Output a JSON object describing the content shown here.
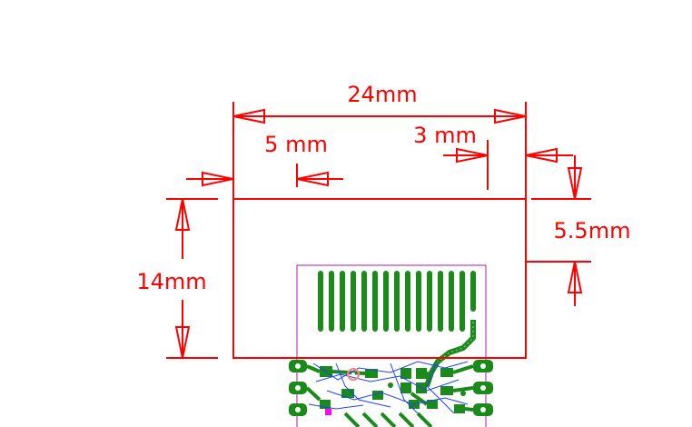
{
  "colors": {
    "dimension": "#ff0000",
    "copper": "#1a8a1a",
    "copper_dark": "#0f6a0f",
    "board_outline": "#b01ab0",
    "traces": "#2040ff",
    "pad_magenta": "#ff00ff"
  },
  "dimensions": {
    "width_label": "24mm",
    "height_label": "14mm",
    "left_offset_label": "5 mm",
    "right_offset_label": "3 mm",
    "right_gap_label": "5.5mm"
  }
}
